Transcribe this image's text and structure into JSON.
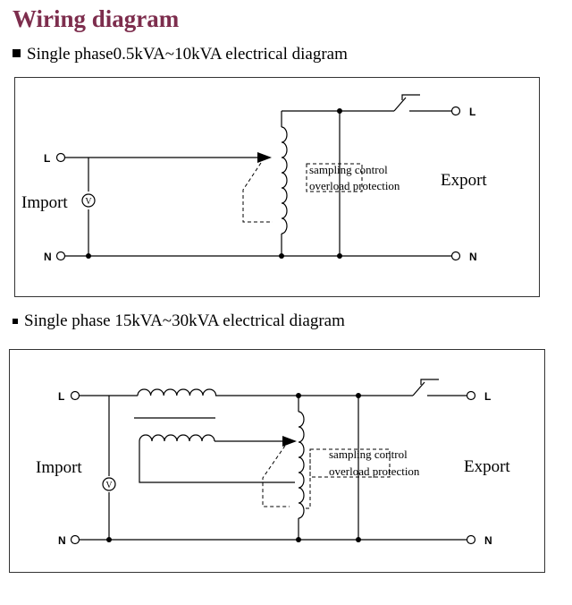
{
  "page_title": "Wiring diagram",
  "sections": [
    {
      "heading": "Single phase0.5kVA~10kVA electrical  diagram",
      "diagram": {
        "line_in": "L",
        "neutral_in": "N",
        "line_out": "L",
        "neutral_out": "N",
        "import_label": "Import",
        "export_label": "Export",
        "voltmeter": "V",
        "control_line1": "sampling control",
        "control_line2": "overload protection"
      }
    },
    {
      "heading": "Single phase 15kVA~30kVA electrical diagram",
      "diagram": {
        "line_in": "L",
        "neutral_in": "N",
        "line_out": "L",
        "neutral_out": "N",
        "import_label": "Import",
        "export_label": "Export",
        "voltmeter": "V",
        "control_line1": "sampling control",
        "control_line2": "overload protection"
      }
    }
  ]
}
